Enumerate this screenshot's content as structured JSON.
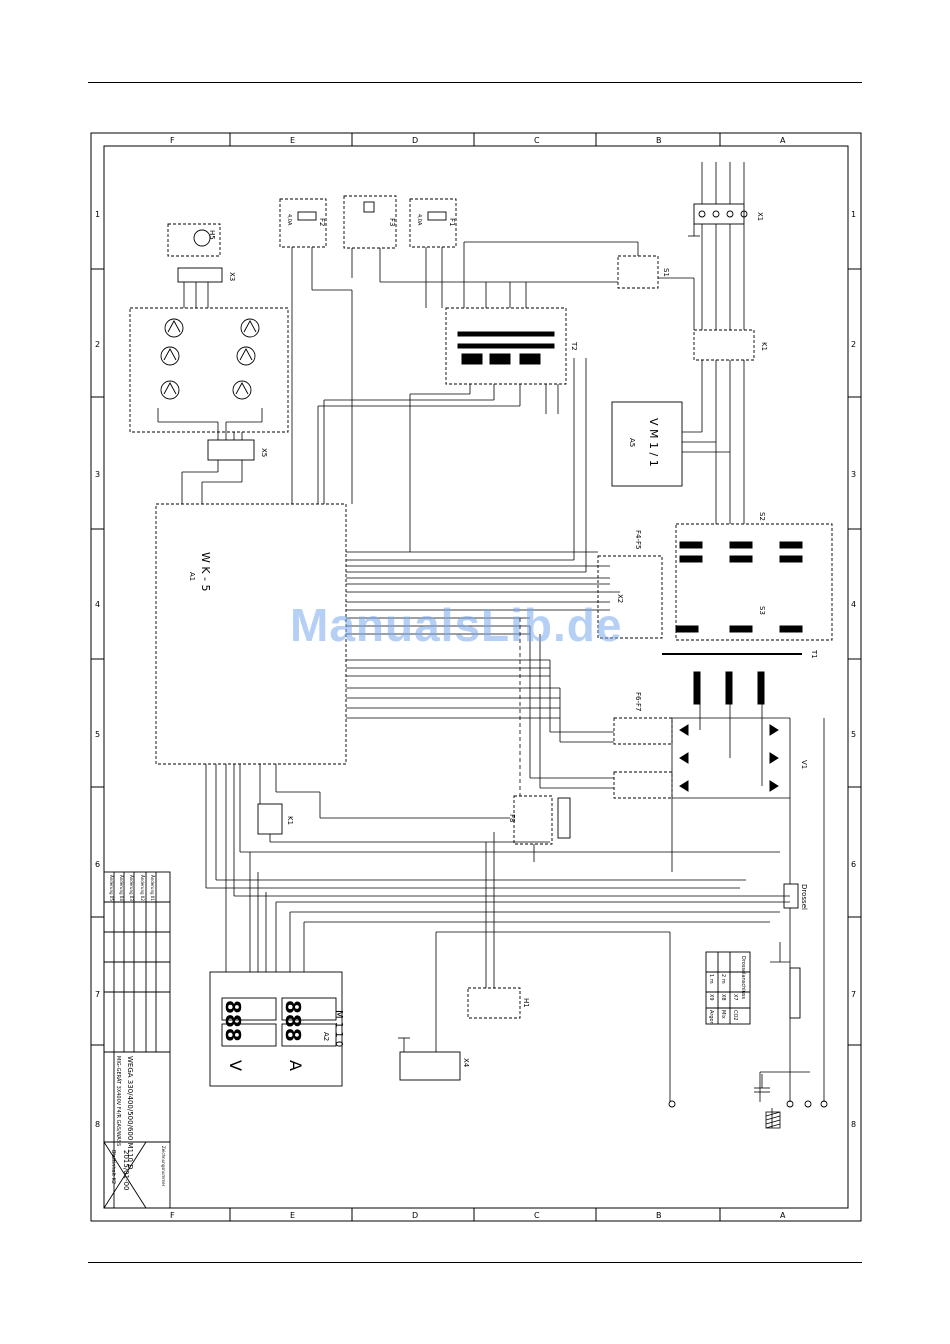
{
  "frame": {
    "column_letters": [
      "F",
      "E",
      "D",
      "C",
      "B",
      "A"
    ],
    "row_numbers": [
      "1",
      "2",
      "3",
      "4",
      "5",
      "6",
      "7",
      "8"
    ]
  },
  "watermark": "ManualsLib.de",
  "components": {
    "x1": "X1",
    "h5": "H5",
    "x3": "X3",
    "x5": "X5",
    "x4": "X4",
    "x2": "X2",
    "f1": "F1",
    "f2": "F2",
    "f3": "F3",
    "s1": "S1",
    "k1": "K1",
    "t2": "T2",
    "a5_title": "V M 1 / 1",
    "a5": "A5",
    "s2": "S2",
    "s3": "S3",
    "t1": "T1",
    "v1": "V1",
    "f4f5": "F4-F5",
    "f6f7": "F6-F7",
    "f8": "F8",
    "k1b": "K1",
    "h1": "H1",
    "m110": "M 1 1 0",
    "a2": "A2",
    "wk5": "W K - 5",
    "a1": "A1",
    "drossel": "Drossel",
    "fuse_rating": "4,0A",
    "display_volt": "888",
    "display_amp": "888",
    "unit_v": "V",
    "unit_a": "A",
    "drossel_legend": [
      "Drosselanschluss",
      "1 m",
      "2 m",
      "X7",
      "X8",
      "CO2",
      "Mix",
      "X9",
      "Argon"
    ]
  },
  "title_block": {
    "drawing_title": "WEGA 330/400/500/600 M110 D",
    "drawing_subtitle": "MIG-GERÄT 3X400V F4/R GAS/WASS",
    "drawing_number": "2015/01-00",
    "sheet": "Blattinhalt K2",
    "label_drawing_no": "Zeichnungsnummer",
    "revision_labels": [
      "Änderung 01",
      "Änderung 02",
      "Änderung 03",
      "Änderung 04",
      "Änderung 05"
    ]
  }
}
